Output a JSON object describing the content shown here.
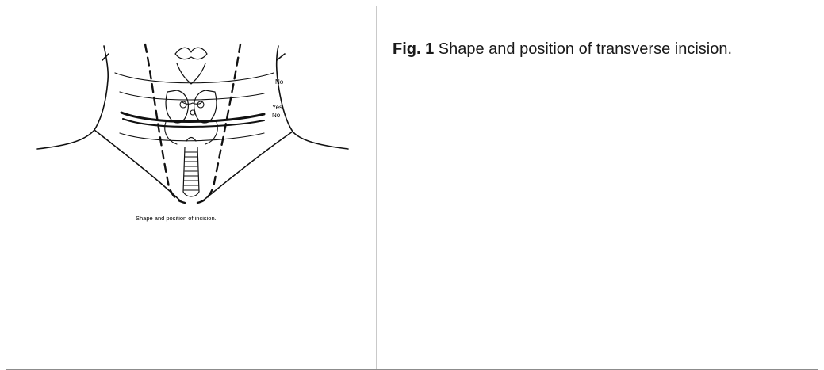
{
  "figure": {
    "drawing_labels": {
      "no_upper": "No",
      "yes": "Yes",
      "no_lower": "No",
      "subcaption": "Shape and position of incision."
    }
  },
  "caption": {
    "label": "Fig. 1",
    "text": " Shape and position of transverse incision."
  }
}
